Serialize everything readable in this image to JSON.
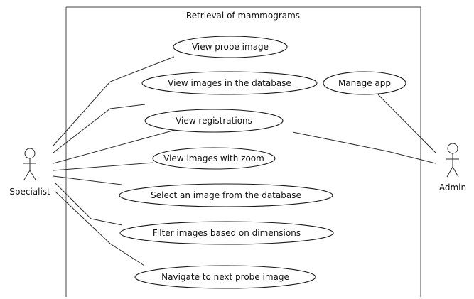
{
  "system": {
    "title": "Retrieval of mammograms"
  },
  "actors": {
    "specialist": {
      "label": "Specialist"
    },
    "admin": {
      "label": "Admin"
    }
  },
  "use_cases": {
    "view_probe_image": "View probe image",
    "view_images_in_db": "View images in the database",
    "view_registrations": "View registrations",
    "view_images_zoom": "View images with zoom",
    "select_image_db": "Select an image from the database",
    "filter_images": "Filter images based on dimensions",
    "navigate_next_probe": "Navigate to next probe image",
    "manage_app": "Manage app"
  },
  "colors": {
    "stroke": "#1a1a1a",
    "background": "#ffffff"
  }
}
